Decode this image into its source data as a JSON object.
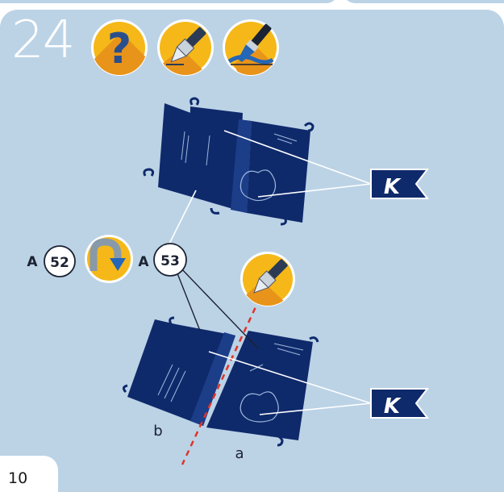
{
  "step": {
    "number": "24"
  },
  "page": {
    "number": "10"
  },
  "icons": [
    {
      "name": "question-icon",
      "symbol": "?"
    },
    {
      "name": "craft-knife-icon"
    },
    {
      "name": "brush-glue-icon"
    }
  ],
  "parts": {
    "a52": {
      "prefix": "A",
      "number": "52"
    },
    "a53": {
      "prefix": "A",
      "number": "53"
    },
    "flag_top": "K",
    "flag_bottom": "K",
    "label_a": "a",
    "label_b": "b"
  },
  "colors": {
    "panel": "#bcd3e6",
    "part": "#0f2a6b",
    "icon_yellow": "#f5b818",
    "icon_orange": "#e8941a",
    "cut_line": "#e0332a"
  }
}
